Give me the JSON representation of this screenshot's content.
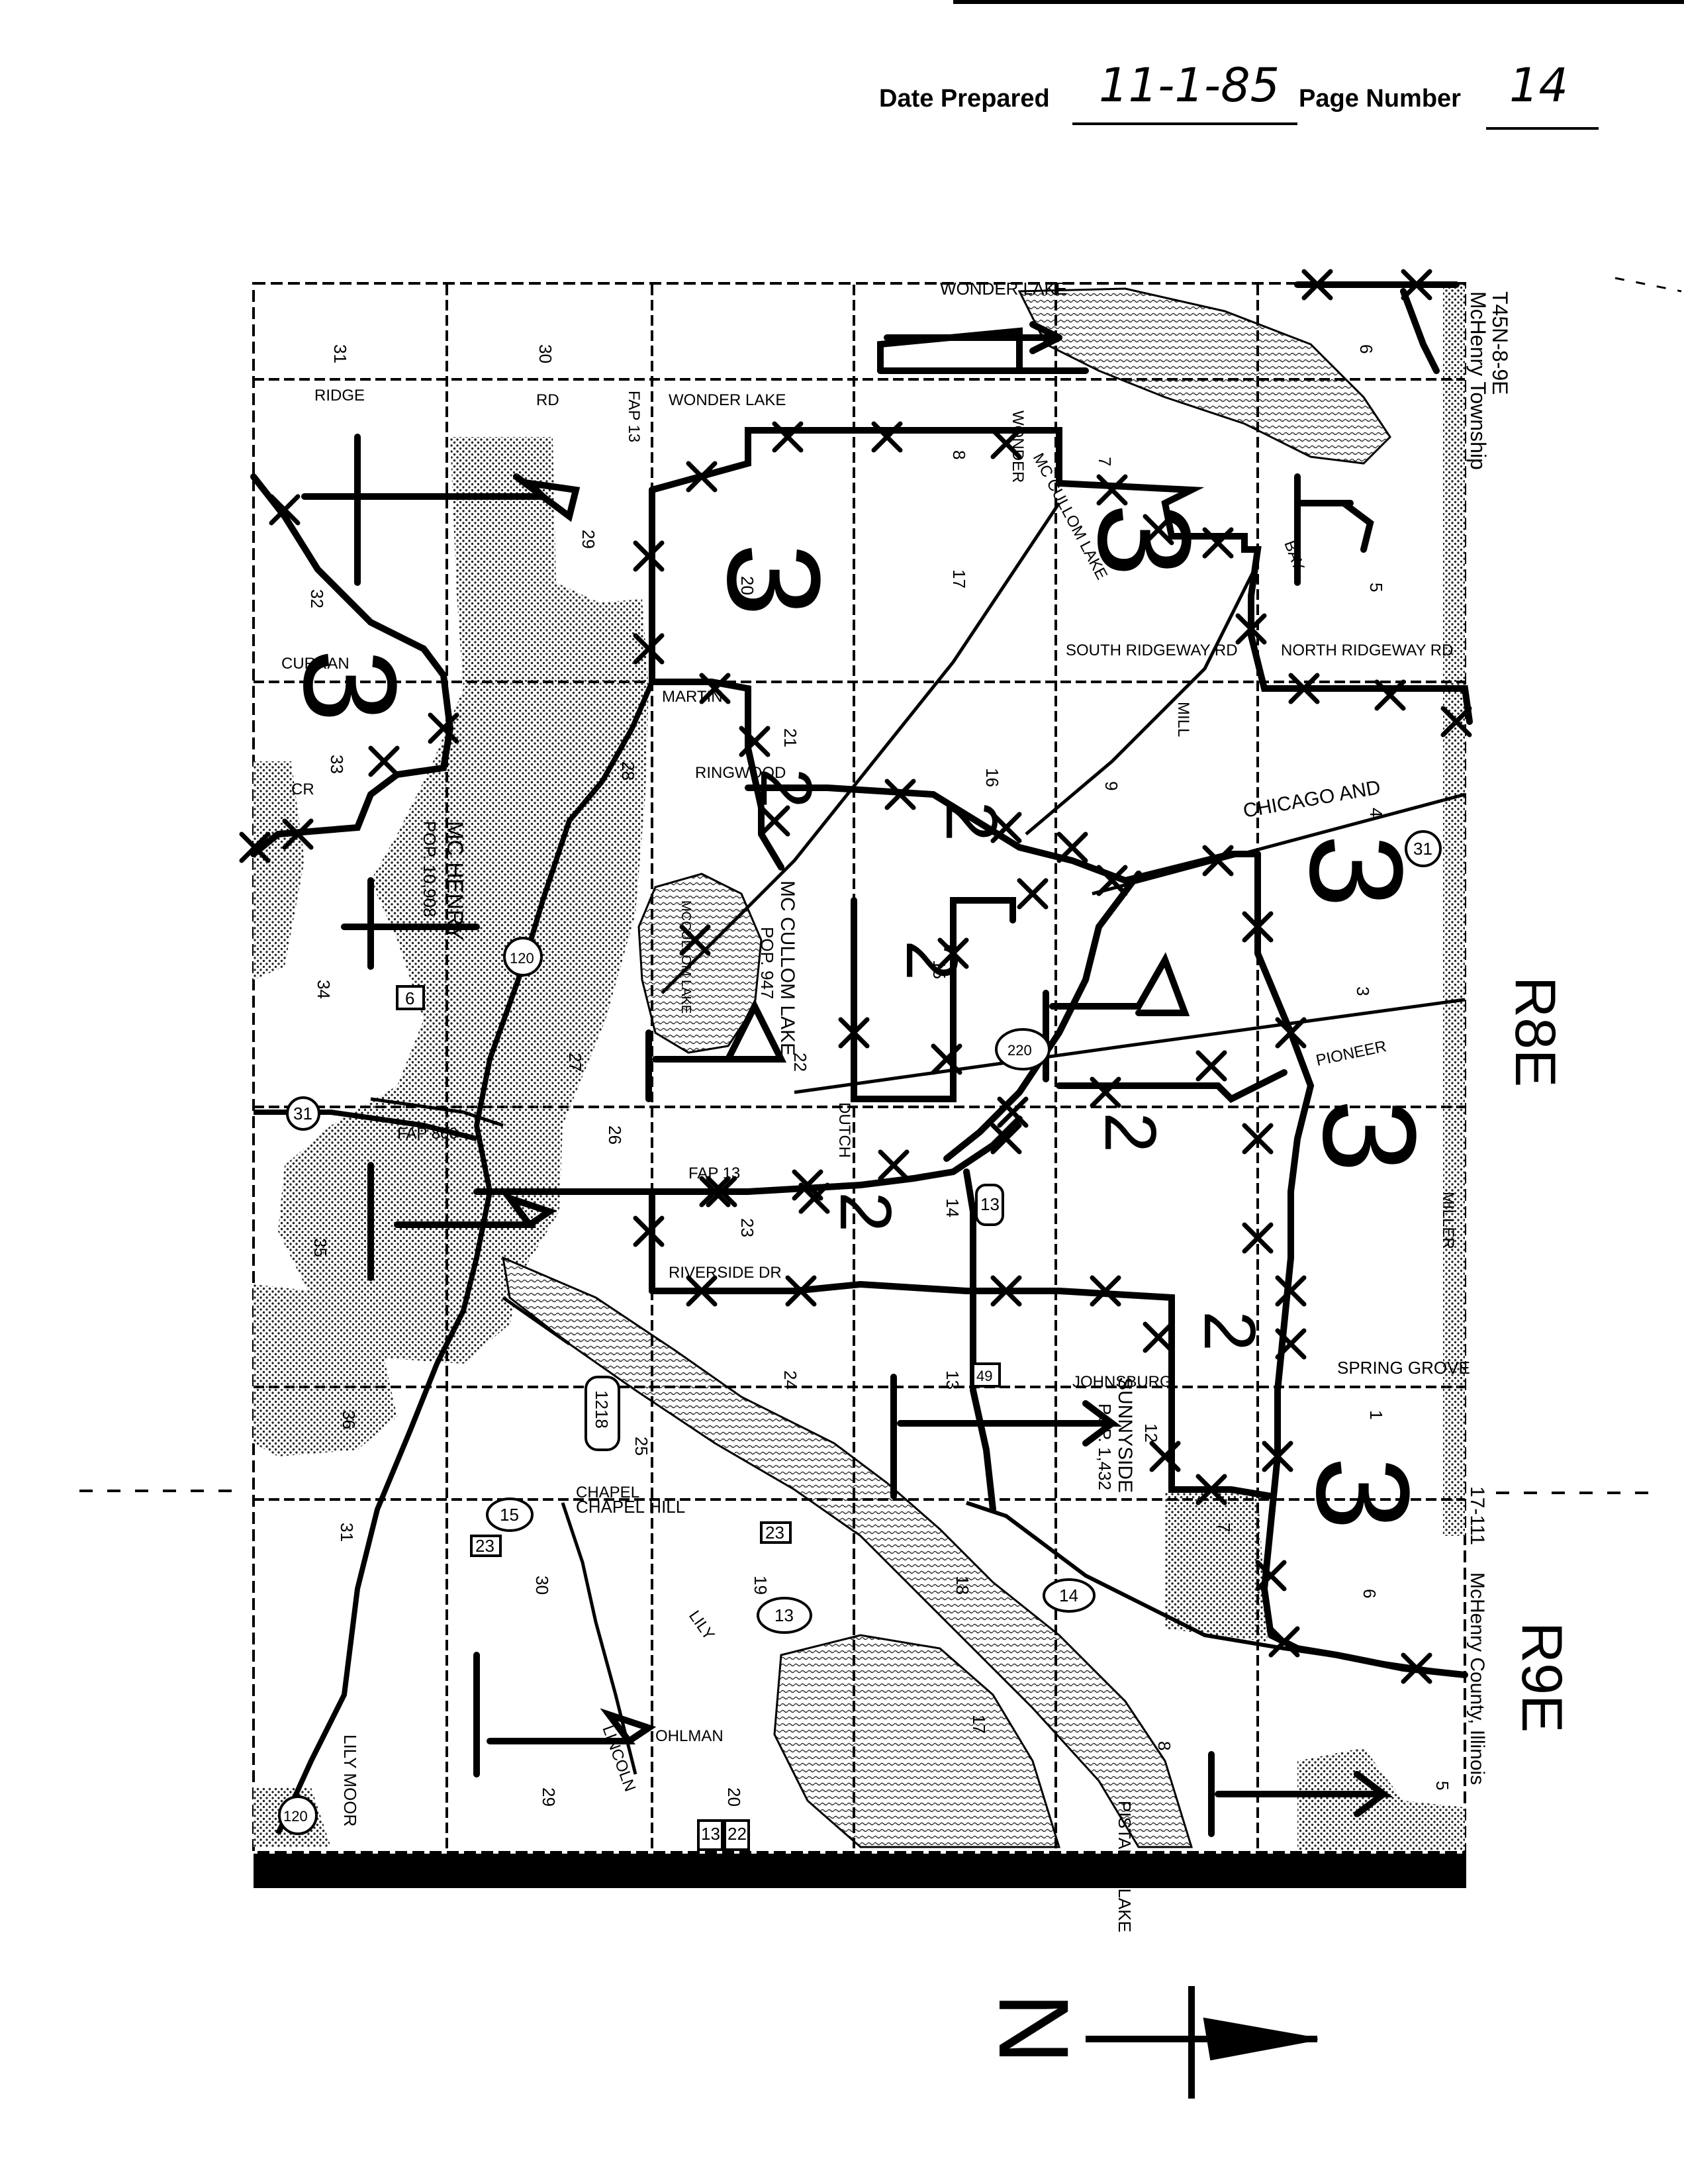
{
  "header": {
    "date_label": "Date Prepared",
    "date_value": "11-1-85",
    "page_label": "Page Number",
    "page_value": "14"
  },
  "side_labels": {
    "top_right": "T45N-8-9E",
    "township": "McHenry Township",
    "range_upper": "R8E",
    "range_lower": "R9E",
    "county_ref": "17-111",
    "county": "McHenry County, Illinois"
  },
  "north_arrow": {
    "label": "N"
  },
  "map": {
    "places": [
      "WONDER LAKE",
      "MC HENRY",
      "POP. 10,908",
      "MC CULLOM LAKE",
      "POP. 947",
      "MCCULLOM LAKE",
      "SUNNYSIDE",
      "POP. 1,432",
      "CHAPEL HILL",
      "SPRING GROVE",
      "PISTAKEE LAKE",
      "LILY MOOR"
    ],
    "roads": [
      "RIDGE",
      "RD",
      "WONDER LAKE",
      "FAP 13",
      "MC CULLOM LAKE",
      "SOUTH RIDGEWAY RD",
      "NORTH RIDGEWAY RD",
      "CURRAN",
      "MARTIN",
      "RINGWOOD",
      "CHICAGO AND",
      "CR",
      "PIONEER",
      "FAP 860",
      "DUTCH",
      "RIVERSIDE DR",
      "JOHNSBURG",
      "MILLER",
      "CHAPEL",
      "LILY",
      "LINCOLN",
      "OHLMAN",
      "MILL",
      "WONDER",
      "BAY",
      "FAP 13"
    ],
    "route_shields": [
      "31",
      "120",
      "6",
      "31",
      "220",
      "13",
      "49",
      "1218",
      "15",
      "23",
      "13",
      "14",
      "120",
      "13",
      "23",
      "22"
    ],
    "section_numbers": [
      "31",
      "30",
      "29",
      "32",
      "33",
      "34",
      "35",
      "36",
      "31",
      "30",
      "29",
      "28",
      "27",
      "26",
      "25",
      "20",
      "21",
      "22",
      "23",
      "24",
      "19",
      "20",
      "17",
      "16",
      "15",
      "14",
      "13",
      "18",
      "17",
      "8",
      "7",
      "9",
      "12",
      "6",
      "5",
      "4",
      "3",
      "1",
      "7",
      "6",
      "5",
      "8"
    ],
    "district_marks": [
      "3",
      "3",
      "3",
      "3",
      "3",
      "3",
      "2",
      "2",
      "2",
      "2",
      "2",
      "2"
    ]
  }
}
